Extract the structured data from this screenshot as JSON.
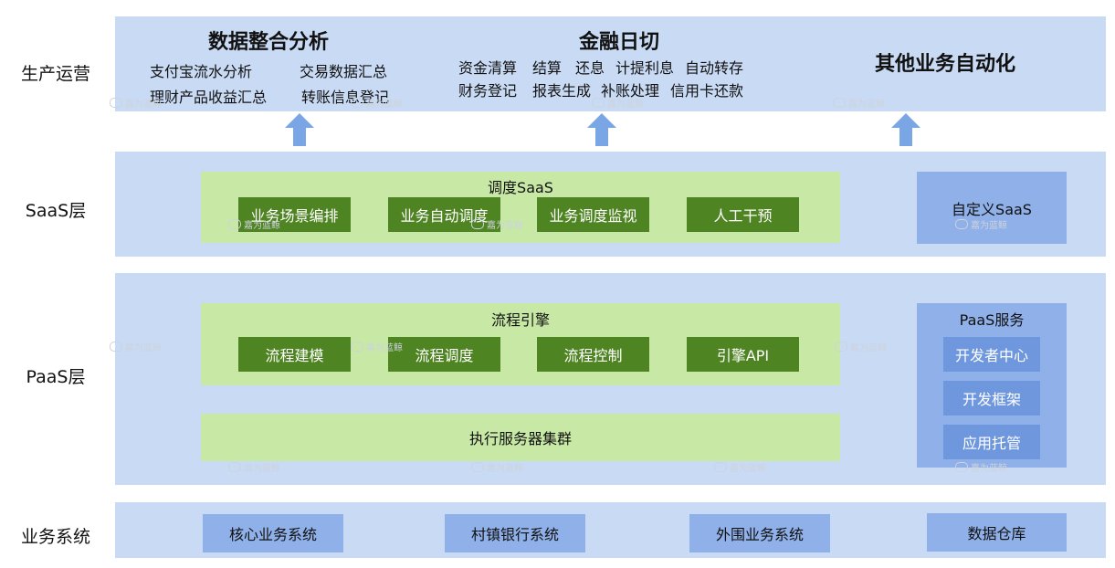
{
  "row_labels": {
    "ops": "生产运营",
    "saas": "SaaS层",
    "paas": "PaaS层",
    "biz": "业务系统"
  },
  "top": {
    "data_integration": {
      "title": "数据整合分析",
      "items": [
        "支付宝流水分析",
        "交易数据汇总",
        "理财产品收益汇总",
        "转账信息登记"
      ]
    },
    "finance_eod": {
      "title": "金融日切",
      "line1": [
        "资金清算",
        "结算",
        "还息",
        "计提利息",
        "自动转存"
      ],
      "line2": [
        "财务登记",
        "报表生成",
        "补账处理",
        "信用卡还款"
      ]
    },
    "other": {
      "title": "其他业务自动化"
    }
  },
  "saas": {
    "scheduling_title": "调度SaaS",
    "modules": [
      "业务场景编排",
      "业务自动调度",
      "业务调度监视",
      "人工干预"
    ],
    "custom": "自定义SaaS"
  },
  "paas": {
    "engine_title": "流程引擎",
    "modules": [
      "流程建模",
      "流程调度",
      "流程控制",
      "引擎API"
    ],
    "cluster": "执行服务器集群",
    "services": {
      "title": "PaaS服务",
      "items": [
        "开发者中心",
        "开发框架",
        "应用托管"
      ]
    }
  },
  "biz": {
    "systems": [
      "核心业务系统",
      "村镇银行系统",
      "外围业务系统",
      "数据仓库"
    ]
  },
  "watermark": "嘉为蓝鲸",
  "colors": {
    "band": "#c9daf4",
    "light_green": "#c8e9a6",
    "dark_green": "#4f8422",
    "mid_blue": "#8fb0e9",
    "inner_blue": "#6f97de",
    "arrow": "#7aa6e6"
  },
  "icons": [
    "up-arrow-icon"
  ]
}
